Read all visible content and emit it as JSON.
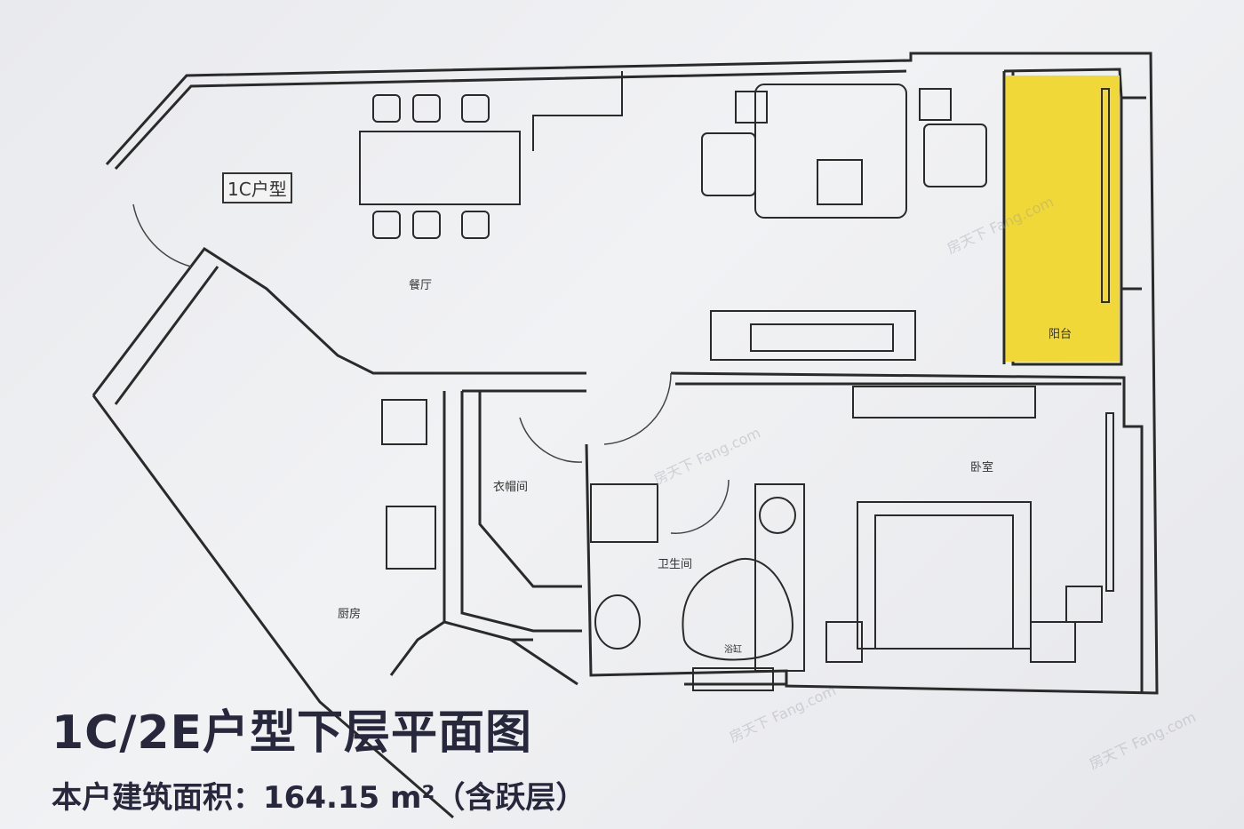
{
  "plan": {
    "unit_tag": "1C户型",
    "rooms": {
      "dining": "餐厅",
      "balcony": "阳台",
      "bedroom": "卧室",
      "closet": "衣帽间",
      "bathroom": "卫生间",
      "kitchen": "厨房",
      "bathtub": "浴缸"
    },
    "balcony_color": "#f0d838"
  },
  "caption": {
    "title": "1C/2E户型下层平面图",
    "area": "本户建筑面积：164.15 m²（含跃层）"
  },
  "watermark": "房天下 Fang.com"
}
